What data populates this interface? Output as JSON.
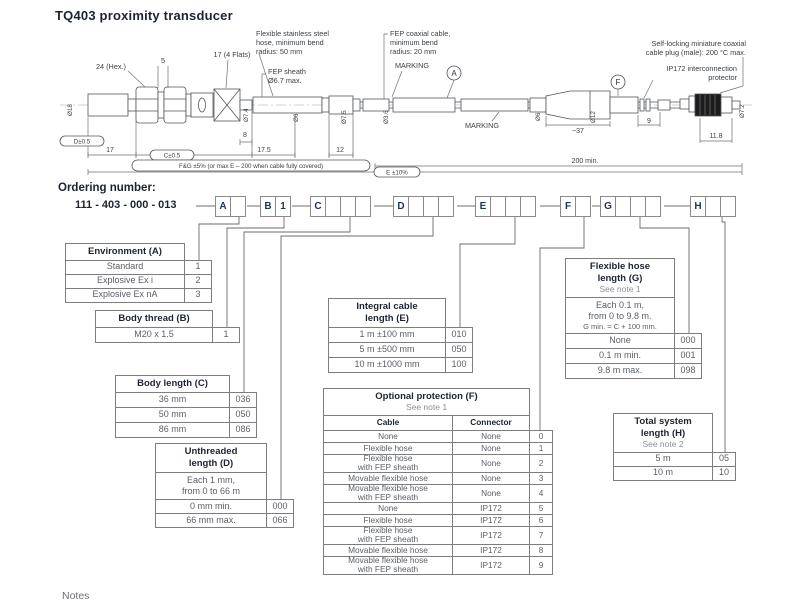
{
  "page": {
    "title": "TQ403 proximity transducer",
    "footer_note": "Notes"
  },
  "drawing": {
    "callouts": {
      "hex": "24 (Hex.)",
      "spacer": "5",
      "flats": "17 (4 Flats)",
      "hose": [
        "Flexible stainless steel",
        "hose, minimum bend",
        "radius: 50 mm"
      ],
      "fep_sheath": [
        "FEP sheath",
        "Ø6.7 max."
      ],
      "fep_cable": [
        "FEP coaxial cable,",
        "minimum bend",
        "radius: 20 mm"
      ],
      "marking_top": "MARKING",
      "marking_bottom": "MARKING",
      "plug": [
        "Self-locking miniature coaxial",
        "cable plug (male): 200 °C max."
      ],
      "ip172": [
        "IP172 interconnection",
        "protector"
      ],
      "balloon_a": "A",
      "balloon_f": "F"
    },
    "diameters": {
      "probe": "Ø18",
      "after_flats": "Ø7.4",
      "hose_exit": "Ø6",
      "coupling": "Ø7.5",
      "cable": "Ø3.6",
      "junction_in": "Ø6",
      "junction_out": "Ø12",
      "plug_end": "Ø7.2"
    },
    "lengths": {
      "probe": "17",
      "step": "8",
      "body": "17.5",
      "coupling": "12",
      "junction": "~37",
      "after_junction": "9",
      "plug": "11.8",
      "min_cable": "200 min."
    },
    "tolerances": {
      "unthreaded": "D±0.5",
      "body": "C±0.5",
      "fg": "F&G ±5% (or max E – 200 when cable fully covered)",
      "e": "E ±10%"
    }
  },
  "ordering": {
    "heading": "Ordering number:",
    "prefix": "111 - 403 - 000 - 013",
    "groups": [
      {
        "letter": "A",
        "cells": [
          ""
        ]
      },
      {
        "letter": "B",
        "cells": [
          "1"
        ]
      },
      {
        "letter": "C",
        "cells": [
          "",
          "",
          ""
        ]
      },
      {
        "letter": "D",
        "cells": [
          "",
          "",
          ""
        ]
      },
      {
        "letter": "E",
        "cells": [
          "",
          "",
          ""
        ]
      },
      {
        "letter": "F",
        "cells": [
          ""
        ]
      },
      {
        "letter": "G",
        "cells": [
          "",
          "",
          ""
        ]
      },
      {
        "letter": "H",
        "cells": [
          "",
          ""
        ]
      }
    ]
  },
  "tables": {
    "environment": {
      "letter": "A",
      "title": [
        "Environment (A)"
      ],
      "rows": [
        [
          "Standard",
          "1"
        ],
        [
          "Explosive Ex i",
          "2"
        ],
        [
          "Explosive Ex nA",
          "3"
        ]
      ]
    },
    "body_thread": {
      "letter": "B",
      "title": [
        "Body thread (B)"
      ],
      "rows": [
        [
          "M20 x 1.5",
          "1"
        ]
      ]
    },
    "body_length": {
      "letter": "C",
      "title": [
        "Body length (C)"
      ],
      "rows": [
        [
          "36 mm",
          "036"
        ],
        [
          "50 mm",
          "050"
        ],
        [
          "86 mm",
          "086"
        ]
      ]
    },
    "unthreaded_length": {
      "letter": "D",
      "title": [
        "Unthreaded",
        "length (D)"
      ],
      "note": [
        "Each 1 mm,",
        "from 0 to 66 m"
      ],
      "rows": [
        [
          "0 mm min.",
          "000"
        ],
        [
          "66 mm max.",
          "066"
        ]
      ]
    },
    "integral_cable_length": {
      "letter": "E",
      "title": [
        "Integral cable",
        "length (E)"
      ],
      "rows": [
        [
          "1 m ±100 mm",
          "010"
        ],
        [
          "5 m ±500 mm",
          "050"
        ],
        [
          "10 m ±1000 mm",
          "100"
        ]
      ]
    },
    "optional_protection": {
      "letter": "F",
      "title": [
        "Optional protection (F)"
      ],
      "see_note": "See note 1",
      "columns": [
        "Cable",
        "Connector"
      ],
      "rows": [
        [
          "None",
          "None",
          "0"
        ],
        [
          "Flexible hose",
          "None",
          "1"
        ],
        [
          "Flexible hose\nwith FEP sheath",
          "None",
          "2"
        ],
        [
          "Movable flexible hose",
          "None",
          "3"
        ],
        [
          "Movable flexible hose\nwith FEP sheath",
          "None",
          "4"
        ],
        [
          "None",
          "IP172",
          "5"
        ],
        [
          "Flexible hose",
          "IP172",
          "6"
        ],
        [
          "Flexible hose\nwith FEP sheath",
          "IP172",
          "7"
        ],
        [
          "Movable flexible hose",
          "IP172",
          "8"
        ],
        [
          "Movable flexible hose\nwith FEP sheath",
          "IP172",
          "9"
        ]
      ]
    },
    "flexible_hose_length": {
      "letter": "G",
      "title": [
        "Flexible hose",
        "length (G)"
      ],
      "see_note": "See note 1",
      "note": [
        "Each 0.1 m,",
        "from 0 to 9.8 m.",
        "G min. = C + 100 mm."
      ],
      "rows": [
        [
          "None",
          "000"
        ],
        [
          "0.1 m min.",
          "001"
        ],
        [
          "9.8 m max.",
          "098"
        ]
      ]
    },
    "total_system_length": {
      "letter": "H",
      "title": [
        "Total system",
        "length (H)"
      ],
      "see_note": "See note 2",
      "rows": [
        [
          "5 m",
          "05"
        ],
        [
          "10 m",
          "10"
        ]
      ]
    }
  }
}
